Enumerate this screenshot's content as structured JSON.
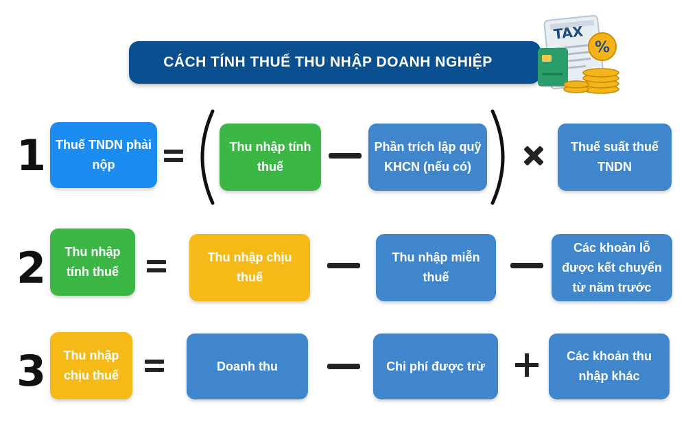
{
  "title": "CÁCH TÍNH THUẾ THU NHẬP DOANH NGHIỆP",
  "tax_icon_label": "TAX",
  "percent_label": "%",
  "rows": [
    {
      "number": "1",
      "result": "Thuế TNDN phải nộp",
      "term_a": "Thu nhập tính thuế",
      "term_b": "Phần  trích lập quỹ KHCN (nếu có)",
      "term_c": "Thuế suất thuế TNDN"
    },
    {
      "number": "2",
      "result": "Thu nhập tính thuế",
      "term_a": "Thu nhập chịu thuế",
      "term_b": "Thu nhập miễn thuế",
      "term_c": "Các khoản lỗ được kết chuyển từ năm trước"
    },
    {
      "number": "3",
      "result": "Thu nhập chịu thuế",
      "term_a": "Doanh thu",
      "term_b": "Chi phí được trừ",
      "term_c": "Các khoản thu nhập khác"
    }
  ]
}
